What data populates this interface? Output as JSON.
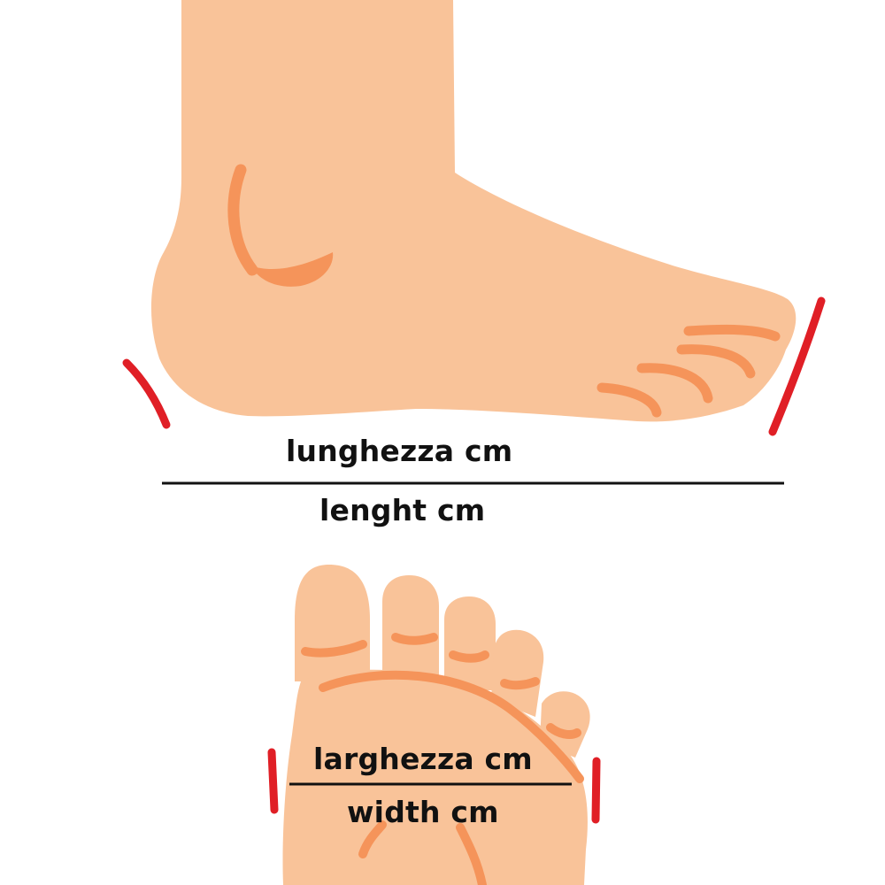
{
  "labels": {
    "length_it": "lunghezza cm",
    "length_en": "lenght cm",
    "width_it": "larghezza cm",
    "width_en": "width cm"
  },
  "colors": {
    "skin": "#f9c399",
    "skin_line": "#f5945a",
    "marker": "#e01f26",
    "rule": "#111111",
    "background": "#ffffff"
  },
  "icons": {
    "side_foot": "foot-side-view-illustration",
    "top_foot": "foot-top-view-illustration"
  }
}
